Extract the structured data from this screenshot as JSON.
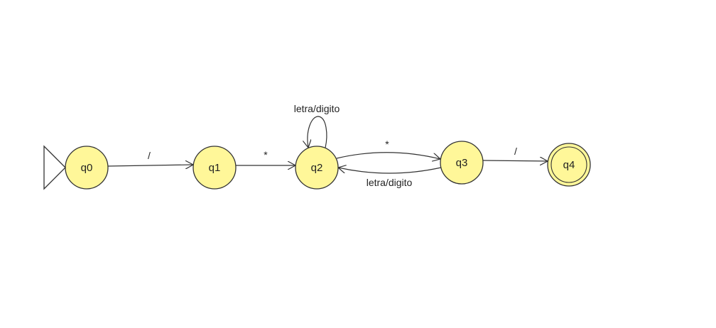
{
  "automaton": {
    "states": [
      {
        "id": "q0",
        "label": "q0",
        "initial": true,
        "final": false
      },
      {
        "id": "q1",
        "label": "q1",
        "initial": false,
        "final": false
      },
      {
        "id": "q2",
        "label": "q2",
        "initial": false,
        "final": false
      },
      {
        "id": "q3",
        "label": "q3",
        "initial": false,
        "final": false
      },
      {
        "id": "q4",
        "label": "q4",
        "initial": false,
        "final": true
      }
    ],
    "transitions": [
      {
        "from": "q0",
        "to": "q1",
        "label": "/"
      },
      {
        "from": "q1",
        "to": "q2",
        "label": "*"
      },
      {
        "from": "q2",
        "to": "q2",
        "label": "letra/digito"
      },
      {
        "from": "q2",
        "to": "q3",
        "label": "*"
      },
      {
        "from": "q3",
        "to": "q2",
        "label": "letra/digito"
      },
      {
        "from": "q3",
        "to": "q4",
        "label": "/"
      }
    ]
  },
  "colors": {
    "state_fill": "#fff799",
    "stroke": "#333333",
    "background": "#ffffff"
  }
}
